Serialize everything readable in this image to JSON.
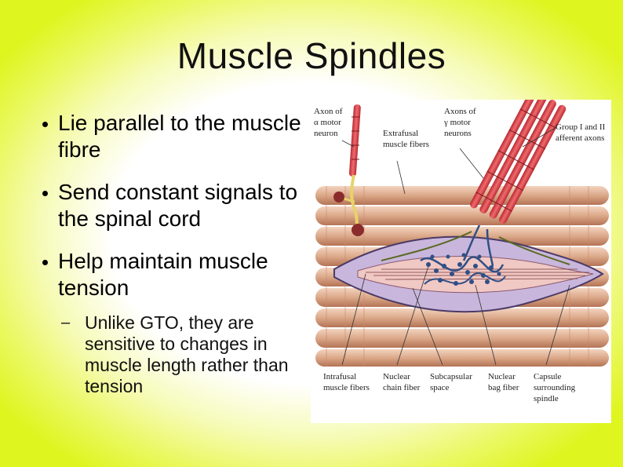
{
  "slide": {
    "title": "Muscle Spindles",
    "bullets": [
      "Lie parallel to the muscle fibre",
      "Send constant signals to the spinal cord",
      "Help maintain muscle tension"
    ],
    "sub_bullets": [
      "Unlike GTO, they are sensitive to changes in muscle length rather than tension"
    ]
  },
  "figure_labels": {
    "axon_alpha_1": "Axon of",
    "axon_alpha_2": "α motor",
    "axon_alpha_3": "neuron",
    "extrafusal_1": "Extrafusal",
    "extrafusal_2": "muscle fibers",
    "axons_gamma_1": "Axons of",
    "axons_gamma_2": "γ motor",
    "axons_gamma_3": "neurons",
    "group_1": "Group I and II",
    "group_2": "afferent axons",
    "intrafusal_1": "Intrafusal",
    "intrafusal_2": "muscle fibers",
    "nuclear_chain_1": "Nuclear",
    "nuclear_chain_2": "chain fiber",
    "subcapsular_1": "Subcapsular",
    "subcapsular_2": "space",
    "nuclear_bag_1": "Nuclear",
    "nuclear_bag_2": "bag fiber",
    "capsule_1": "Capsule",
    "capsule_2": "surrounding",
    "capsule_3": "spindle"
  },
  "colors": {
    "muscle": "#dba889",
    "muscle_dark": "#b47456",
    "capsule": "#c9b6dc",
    "axon_red": "#d8454a",
    "nerve_yellow": "#e8d36a",
    "afferent_blue": "#2f4f86"
  }
}
